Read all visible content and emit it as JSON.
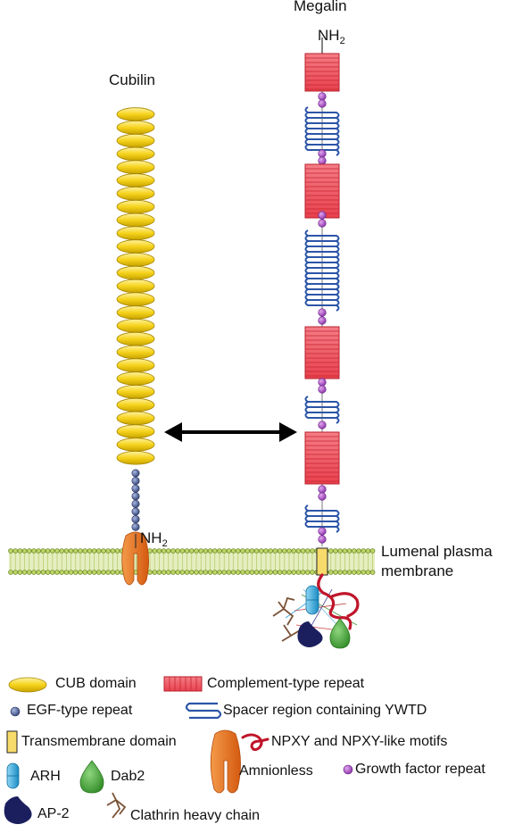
{
  "proteins": {
    "cubilin": "Cubilin",
    "megalin": "Megalin"
  },
  "termini": {
    "megalin_n": "NH",
    "cubilin_n": "NH",
    "subscript": "2"
  },
  "membrane": {
    "line1": "Lumenal plasma",
    "line2": "membrane"
  },
  "legend": {
    "cub_domain": "CUB domain",
    "complement_repeat": "Complement-type repeat",
    "egf_repeat": "EGF-type repeat",
    "spacer_region": "Spacer region containing YWTD",
    "transmembrane": "Transmembrane domain",
    "npxy": "NPXY and NPXY-like motifs",
    "arh": "ARH",
    "dab2": "Dab2",
    "amnionless": "Amnionless",
    "growth_factor": "Growth factor repeat",
    "ap2": "AP-2",
    "clathrin": "Clathrin heavy chain"
  },
  "colors": {
    "cub_yellow": "#f6d31c",
    "complement_red": "#e8414e",
    "egf_blue": "#4a5d94",
    "spacer_blue": "#2c55a8",
    "transmembrane_yellow": "#f7db6b",
    "npxy_red": "#c0152a",
    "arh_cyan": "#2fa7dc",
    "dab2_green": "#46a83c",
    "amnionless_orange": "#e8741d",
    "growth_purple": "#a54ec2",
    "ap2_navy": "#1c1f5e",
    "clathrin_brown": "#7a5236",
    "membrane_green": "#cfe08a"
  }
}
